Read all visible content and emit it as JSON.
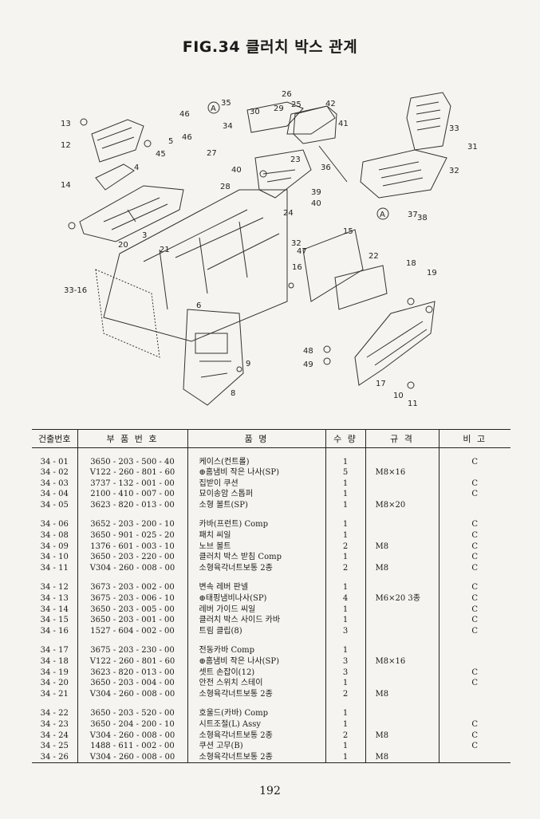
{
  "title": "FIG.34 클러치 박스 관계",
  "page_number": "192",
  "diagram": {
    "callouts": [
      "13",
      "12",
      "14",
      "46",
      "46",
      "A",
      "35",
      "30",
      "29",
      "34",
      "26",
      "25",
      "42",
      "41",
      "27",
      "4",
      "5",
      "45",
      "40",
      "28",
      "23",
      "39",
      "40",
      "24",
      "36",
      "33",
      "31",
      "32",
      "A",
      "37",
      "38",
      "3",
      "20",
      "21",
      "32",
      "47",
      "15",
      "22",
      "18",
      "19",
      "16",
      "33-16",
      "6",
      "9",
      "8",
      "48",
      "49",
      "17",
      "10",
      "11"
    ]
  },
  "table": {
    "headers": [
      "건출번호",
      "부 품 번 호",
      "품 명",
      "수 량",
      "규 격",
      "비 고"
    ],
    "groups": [
      [
        {
          "no": "34 - 01",
          "part": "3650 - 203 - 500 - 40",
          "name": "케이스(컨트롤)",
          "qty": "1",
          "spec": "",
          "note": "C"
        },
        {
          "no": "34 - 02",
          "part": "V122 - 260 - 801 - 60",
          "name": "⊕홈냄비 작은 나사(SP)",
          "qty": "5",
          "spec": "M8×16",
          "note": ""
        },
        {
          "no": "34 - 03",
          "part": "3737 - 132 - 001 - 00",
          "name": "집받이 쿠션",
          "qty": "1",
          "spec": "",
          "note": "C"
        },
        {
          "no": "34 - 04",
          "part": "2100 - 410 - 007 - 00",
          "name": "묘이송암 스톱퍼",
          "qty": "1",
          "spec": "",
          "note": "C"
        },
        {
          "no": "34 - 05",
          "part": "3623 - 820 - 013 - 00",
          "name": "소형 볼트(SP)",
          "qty": "1",
          "spec": "M8×20",
          "note": ""
        }
      ],
      [
        {
          "no": "34 - 06",
          "part": "3652 - 203 - 200 - 10",
          "name": "카바(프런트) Comp",
          "qty": "1",
          "spec": "",
          "note": "C"
        },
        {
          "no": "34 - 08",
          "part": "3650 - 901 - 025 - 20",
          "name": "패치 씨일",
          "qty": "1",
          "spec": "",
          "note": "C"
        },
        {
          "no": "34 - 09",
          "part": "1376 - 601 - 003 - 10",
          "name": "노브 볼트",
          "qty": "2",
          "spec": "M8",
          "note": "C"
        },
        {
          "no": "34 - 10",
          "part": "3650 - 203 - 220 - 00",
          "name": "클러치 박스 받침 Comp",
          "qty": "1",
          "spec": "",
          "note": "C"
        },
        {
          "no": "34 - 11",
          "part": "V304 - 260 - 008 - 00",
          "name": "소형육각너트보통 2종",
          "qty": "2",
          "spec": "M8",
          "note": "C"
        }
      ],
      [
        {
          "no": "34 - 12",
          "part": "3673 - 203 - 002 - 00",
          "name": "변속 레버 판넬",
          "qty": "1",
          "spec": "",
          "note": "C"
        },
        {
          "no": "34 - 13",
          "part": "3675 - 203 - 006 - 10",
          "name": "⊕태핑냄비나사(SP)",
          "qty": "4",
          "spec": "M6×20 3종",
          "note": "C"
        },
        {
          "no": "34 - 14",
          "part": "3650 - 203 - 005 - 00",
          "name": "레버 가이드 씨일",
          "qty": "1",
          "spec": "",
          "note": "C"
        },
        {
          "no": "34 - 15",
          "part": "3650 - 203 - 001 - 00",
          "name": "클러치 박스 사이드 카바",
          "qty": "1",
          "spec": "",
          "note": "C"
        },
        {
          "no": "34 - 16",
          "part": "1527 - 604 - 002 - 00",
          "name": "트림 클립(8)",
          "qty": "3",
          "spec": "",
          "note": "C"
        }
      ],
      [
        {
          "no": "34 - 17",
          "part": "3675 - 203 - 230 - 00",
          "name": "전동카바 Comp",
          "qty": "1",
          "spec": "",
          "note": ""
        },
        {
          "no": "34 - 18",
          "part": "V122 - 260 - 801 - 60",
          "name": "⊕홈냄비 작은 나사(SP)",
          "qty": "3",
          "spec": "M8×16",
          "note": ""
        },
        {
          "no": "34 - 19",
          "part": "3623 - 820 - 013 - 00",
          "name": "셋트 손잡이(12)",
          "qty": "3",
          "spec": "",
          "note": "C"
        },
        {
          "no": "34 - 20",
          "part": "3650 - 203 - 004 - 00",
          "name": "안전 스위치 스테이",
          "qty": "1",
          "spec": "",
          "note": "C"
        },
        {
          "no": "34 - 21",
          "part": "V304 - 260 - 008 - 00",
          "name": "소형육각너트보통 2종",
          "qty": "2",
          "spec": "M8",
          "note": ""
        }
      ],
      [
        {
          "no": "34 - 22",
          "part": "3650 - 203 - 520 - 00",
          "name": "호울드(카바) Comp",
          "qty": "1",
          "spec": "",
          "note": ""
        },
        {
          "no": "34 - 23",
          "part": "3650 - 204 - 200 - 10",
          "name": "시트조절(L) Assy",
          "qty": "1",
          "spec": "",
          "note": "C"
        },
        {
          "no": "34 - 24",
          "part": "V304 - 260 - 008 - 00",
          "name": "소형육각너트보통 2종",
          "qty": "2",
          "spec": "M8",
          "note": "C"
        },
        {
          "no": "34 - 25",
          "part": "1488 - 611 - 002 - 00",
          "name": "쿠션 고무(B)",
          "qty": "1",
          "spec": "",
          "note": "C"
        },
        {
          "no": "34 - 26",
          "part": "V304 - 260 - 008 - 00",
          "name": "소형육각너트보통 2종",
          "qty": "1",
          "spec": "M8",
          "note": ""
        }
      ]
    ]
  }
}
